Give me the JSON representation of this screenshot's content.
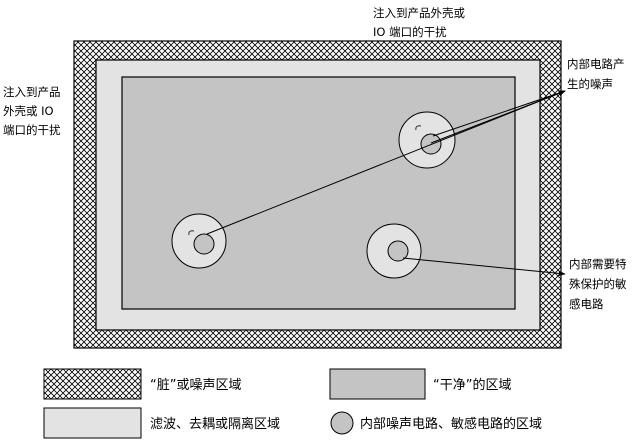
{
  "annotations": {
    "top_injection": [
      "注入到产品外壳或",
      "IO 端口的干扰"
    ],
    "left_injection": [
      "注入到产品",
      "外壳或 IO",
      "端口的干扰"
    ],
    "internal_noise": [
      "内部电路产",
      "生的噪声"
    ],
    "sensitive": [
      "内部需要特",
      "殊保护的敏",
      "感电路"
    ]
  },
  "legend": {
    "dirty": "“脏”或噪声区域",
    "clean": "“干净”的区域",
    "filter": "滤波、去耦或隔离区域",
    "internal": "内部噪声电路、敏感电路的区域"
  },
  "colors": {
    "hatch": "#000000",
    "filter_zone": "#e3e3e3",
    "clean_zone": "#c4c4c4",
    "circle_outer": "#e3e3e3",
    "circle_inner": "#c4c4c4",
    "stroke": "#000000"
  }
}
